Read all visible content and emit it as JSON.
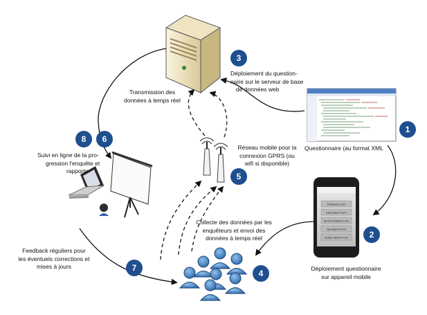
{
  "steps": [
    {
      "number": "1",
      "label": "Questionnaire (au format XML"
    },
    {
      "number": "2",
      "label": "Déploiement questionnaire sur appareil mobile"
    },
    {
      "number": "3",
      "label": "Déploiement du questionnaire sur le serveur de base de données web"
    },
    {
      "number": "4",
      "label": "Collecte des données par les enquêteurs et envoi des données à temps réel"
    },
    {
      "number": "5",
      "label": "Réseau mobile pour la connexion GPRS (ou wifi si disponible)"
    },
    {
      "number": "6",
      "label": "Transmission des données à temps réel"
    },
    {
      "number": "7",
      "label": "Feedback réguliers pour les éventuels corrections et mises à jours"
    },
    {
      "number": "8",
      "label": "Suivi en ligne de la progression l'enquête et rapports"
    }
  ],
  "texts": {
    "step1_label": "Questionnaire (au format XML",
    "step2_line1": "Déploiement questionnaire",
    "step2_line2": "sur appareil mobile",
    "step3_line1": "Déploiement du question-",
    "step3_line2": "naire sur le serveur de base",
    "step3_line3": "de données web",
    "step4_line1": "Collecte des données par les",
    "step4_line2": "enquêteurs et envoi des",
    "step4_line3": "données à temps réel",
    "step5_line1": "Réseau mobile pour la",
    "step5_line2": "connexion GPRS (ou",
    "step5_line3": "wifi si disponible)",
    "step6_line1": "Transmission des",
    "step6_line2": "données à temps réel",
    "step7_line1": "Feedback réguliers pour",
    "step7_line2": "les éventuels corrections et",
    "step7_line3": "mises à jours",
    "step8_line1": "Suivi en ligne de la pro-",
    "step8_line2": "gression l'enquête et",
    "step8_line3": "rapports"
  },
  "phone_buttons": [
    "Fill Blank Form",
    "Edit Saved Form",
    "Send Finalized Form",
    "Get Blank Form",
    "Delete Saved Form"
  ],
  "colors": {
    "badge": "#1f4f8e",
    "server": "#e9dcb4",
    "arrow": "#111111",
    "people": "#4a86c5",
    "phone_screen": "#d6d6d6"
  },
  "icons": [
    "server-icon",
    "xml-document-icon",
    "smartphone-icon",
    "antenna-icon",
    "laptop-icon",
    "projection-screen-icon",
    "people-group-icon"
  ]
}
